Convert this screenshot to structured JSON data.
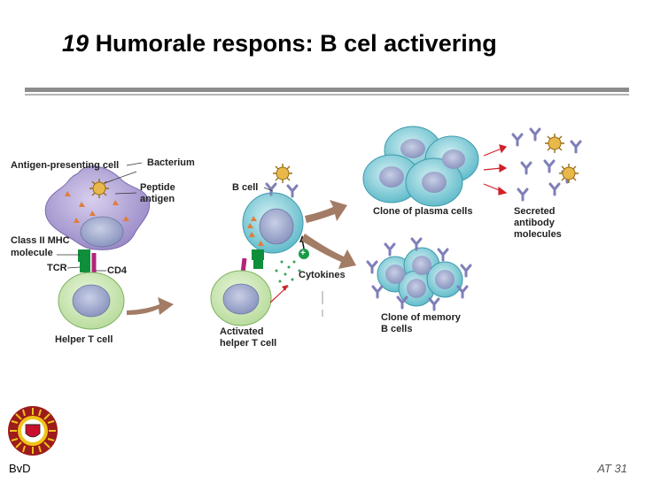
{
  "slide": {
    "title_number": "19",
    "title_text": "Humorale respons: B cel activering",
    "footer_left": "BvD",
    "footer_right": "AT 31"
  },
  "labels": {
    "apc": "Antigen-presenting cell",
    "bacterium": "Bacterium",
    "peptide": "Peptide",
    "antigen": "antigen",
    "mhc1": "Class II MHC",
    "mhc2": "molecule",
    "tcr": "TCR",
    "cd4": "CD4",
    "helper": "Helper T cell",
    "bcell": "B cell",
    "cytokines": "Cytokines",
    "activated1": "Activated",
    "activated2": "helper T cell",
    "plasma": "Clone of plasma cells",
    "secreted1": "Secreted",
    "secreted2": "antibody",
    "secreted3": "molecules",
    "memory1": "Clone of memory",
    "memory2": "B cells",
    "plus": "+"
  },
  "colors": {
    "apc_fill": "#b7a9d6",
    "t_cell_fill": "#cfe8b8",
    "b_cell_fill": "#8fd0d8",
    "nucleus": "#9aa6c9",
    "arrow": "#a37c66",
    "antibody": "#7f7fb8",
    "bacterium": "#e8b84a",
    "tcr_green": "#0f8f3a",
    "cd4_magenta": "#b3247a"
  }
}
